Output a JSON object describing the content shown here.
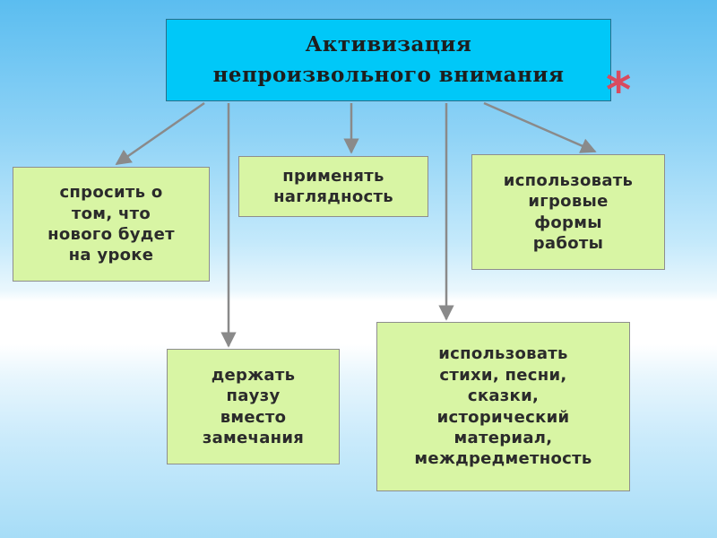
{
  "diagram": {
    "root": {
      "label": "Активизация\nнепроизвольного внимания"
    },
    "nodes": [
      {
        "id": "ask",
        "label": "спросить о\nтом, что\nнового будет\nна уроке"
      },
      {
        "id": "visual",
        "label": "применять\nнаглядность"
      },
      {
        "id": "game",
        "label": "использовать\nигровые\nформы\nработы"
      },
      {
        "id": "pause",
        "label": "держать\nпаузу\nвместо\nзамечания"
      },
      {
        "id": "poems",
        "label": "использовать\nстихи, песни,\nсказки,\nисторический\nматериал,\nмеждредметность"
      }
    ],
    "decoration": {
      "asterisk": "*",
      "asterisk_color": "#d94a5e"
    },
    "colors": {
      "root_fill": "#00c8f8",
      "leaf_fill": "#d8f5a4",
      "connector": "#8a8a8a"
    }
  }
}
